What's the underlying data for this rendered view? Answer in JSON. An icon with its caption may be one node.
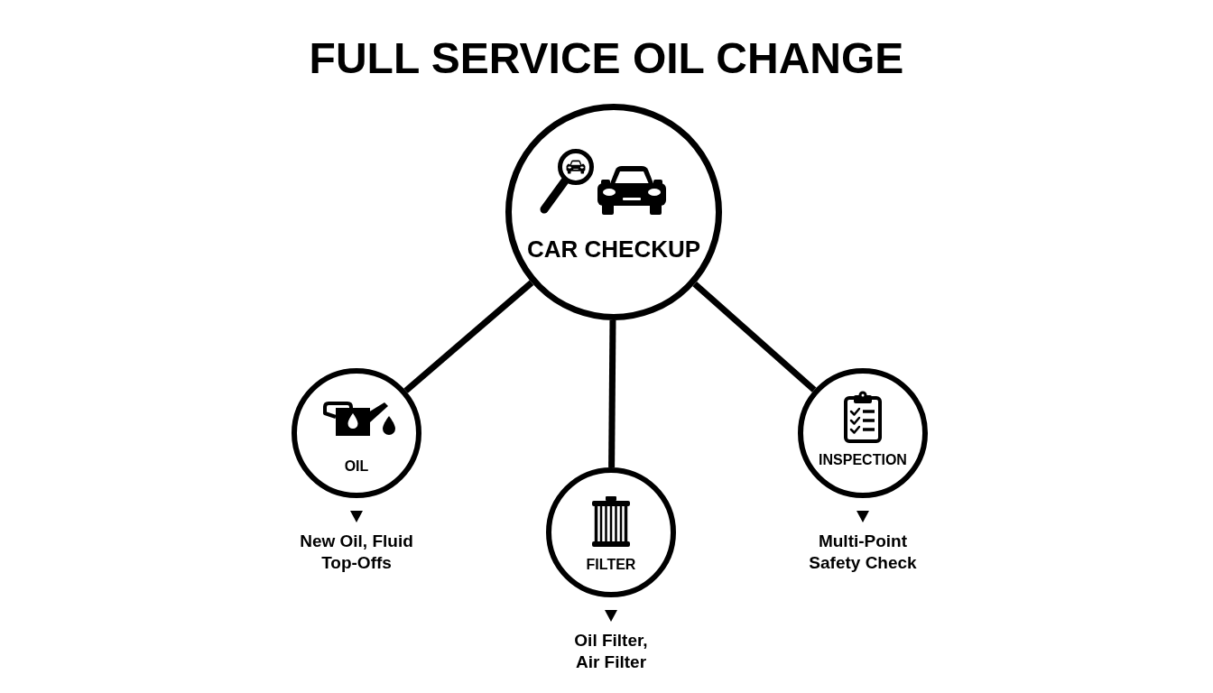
{
  "diagram": {
    "title": "FULL SERVICE OIL CHANGE",
    "nodes": [
      {
        "text": [
          "CAR CHECKUP"
        ]
      },
      {
        "text": [
          "OIL"
        ],
        "beside": [
          "New Oil, Fluid Top-Offs"
        ]
      },
      {
        "text": [
          "FILTER"
        ],
        "beside": [
          "Oil Filter, Air Filter"
        ]
      },
      {
        "text": [
          "INSPECTION"
        ],
        "beside": [
          "Multi-Point Safety Check"
        ]
      }
    ],
    "edges": [
      {
        "from": 0,
        "to": 1,
        "arrow": "none"
      },
      {
        "from": 0,
        "to": 2,
        "arrow": "none"
      },
      {
        "from": 0,
        "to": 3,
        "arrow": "none"
      }
    ]
  }
}
